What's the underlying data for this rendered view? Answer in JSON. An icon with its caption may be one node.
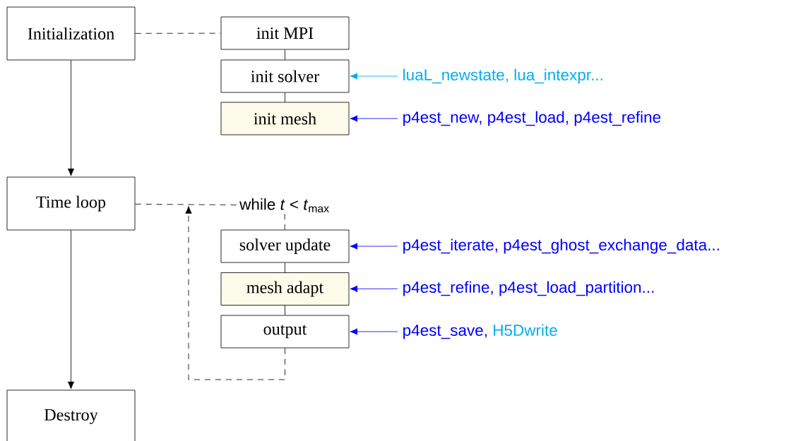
{
  "diagram": {
    "nodes": [
      {
        "text": [
          "Initialization"
        ]
      },
      {
        "text": [
          "init MPI"
        ]
      },
      {
        "text": [
          "init solver"
        ]
      },
      {
        "text": [
          "init mesh"
        ]
      },
      {
        "text": [
          "luaL_newstate, lua_intexpr..."
        ]
      },
      {
        "text": [
          "p4est_new, p4est_load, p4est_refine"
        ]
      },
      {
        "text": [
          "Time loop"
        ]
      },
      {
        "text": [
          "while *t* < *t*$_{max}$"
        ]
      },
      {
        "text": [
          "solver update"
        ]
      },
      {
        "text": [
          "mesh adapt"
        ]
      },
      {
        "text": [
          "output"
        ]
      },
      {
        "text": [
          "p4est_iterate, p4est_ghost_exchange_data..."
        ]
      },
      {
        "text": [
          "p4est_refine, p4est_load_partition..."
        ]
      },
      {
        "text": [
          "p4est_save,",
          "H5Dwrite"
        ]
      },
      {
        "text": [
          "Destroy"
        ]
      }
    ],
    "edges": [
      {
        "from": 0,
        "to": 1,
        "arrow": "none",
        "style": "dashed"
      },
      {
        "from": 1,
        "to": 2,
        "arrow": "none"
      },
      {
        "from": 2,
        "to": 3,
        "arrow": "none"
      },
      {
        "from": 4,
        "to": 2,
        "arrow": "to",
        "color": "#00aeef"
      },
      {
        "from": 5,
        "to": 3,
        "arrow": "to",
        "color": "#0000ff"
      },
      {
        "from": 0,
        "to": 6,
        "arrow": "to"
      },
      {
        "from": 6,
        "to": 7,
        "arrow": "none",
        "style": "dashed"
      },
      {
        "from": 7,
        "to": 8,
        "arrow": "none",
        "style": "dashed"
      },
      {
        "from": 8,
        "to": 9,
        "arrow": "none"
      },
      {
        "from": 9,
        "to": 10,
        "arrow": "none"
      },
      {
        "from": 10,
        "to": null,
        "arrow": "to",
        "style": "dashed"
      },
      {
        "from": 11,
        "to": 8,
        "arrow": "to",
        "color": "#0000ff"
      },
      {
        "from": 12,
        "to": 9,
        "arrow": "to",
        "color": "#0000ff"
      },
      {
        "from": 13,
        "to": 10,
        "arrow": "to",
        "color": "#0000ff"
      },
      {
        "from": 6,
        "to": 14,
        "arrow": "to"
      }
    ]
  }
}
